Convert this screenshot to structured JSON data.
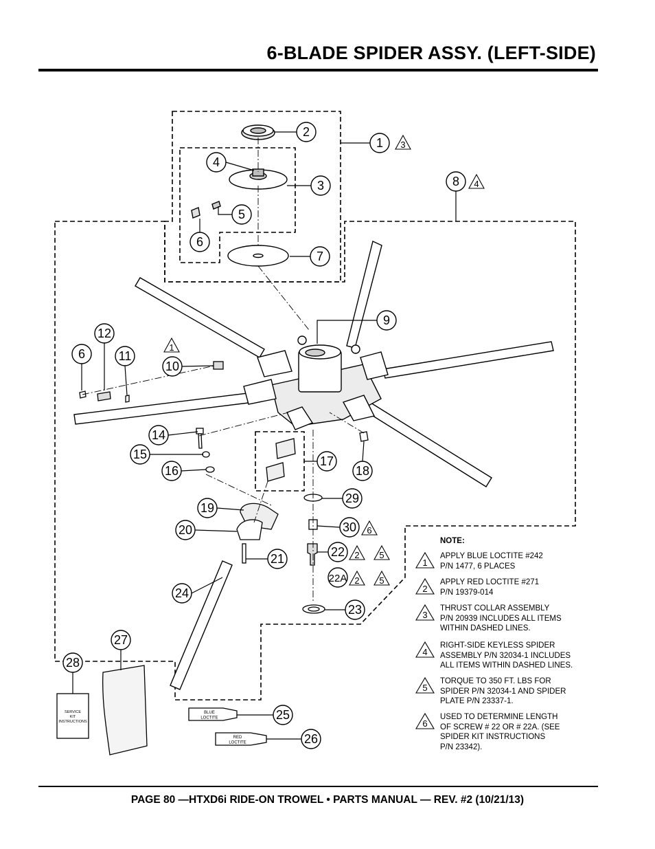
{
  "page_title": "6-BLADE SPIDER ASSY. (LEFT-SIDE)",
  "footer": "PAGE 80 —HTXD6i RIDE-ON TROWEL • PARTS MANUAL — REV. #2 (10/21/13)",
  "callouts": {
    "c1": "1",
    "c2": "2",
    "c3": "3",
    "c4": "4",
    "c5": "5",
    "c6a": "6",
    "c6b": "6",
    "c7": "7",
    "c8": "8",
    "c9": "9",
    "c10": "10",
    "c11": "11",
    "c12": "12",
    "c14": "14",
    "c15": "15",
    "c16": "16",
    "c17": "17",
    "c18": "18",
    "c19": "19",
    "c20": "20",
    "c21": "21",
    "c22": "22",
    "c22a": "22A",
    "c23": "23",
    "c24": "24",
    "c25": "25",
    "c26": "26",
    "c27": "27",
    "c28": "28",
    "c29": "29",
    "c30": "30"
  },
  "note_refs": {
    "t1_3": "3",
    "t8_4": "4",
    "t10_1": "1",
    "t30_6": "6",
    "t22_2": "2",
    "t22_5": "5",
    "t22a_2": "2",
    "t22a_5": "5"
  },
  "tube_labels": {
    "blue": [
      "BLUE",
      "LOCTITE"
    ],
    "red": [
      "RED",
      "LOCTITE"
    ]
  },
  "kit_card": [
    "SERVICE",
    "KIT",
    "INSTRUCTIONS"
  ],
  "notes": {
    "heading": "NOTE:",
    "items": [
      {
        "num": "1",
        "text": "APPLY BLUE LOCTITE #242\nP/N 1477, 6 PLACES"
      },
      {
        "num": "2",
        "text": "APPLY RED LOCTITE #271\nP/N 19379-014"
      },
      {
        "num": "3",
        "text": "THRUST COLLAR ASSEMBLY\nP/N 20939 INCLUDES ALL ITEMS\nWITHIN DASHED LINES."
      },
      {
        "num": "4",
        "text": "RIGHT-SIDE KEYLESS SPIDER\nASSEMBLY P/N 32034-1 INCLUDES\nALL ITEMS WITHIN DASHED LINES."
      },
      {
        "num": "5",
        "text": "TORQUE TO 350 FT. LBS FOR\nSPIDER P/N 32034-1 AND SPIDER\nPLATE P/N 23337-1."
      },
      {
        "num": "6",
        "text": "USED TO DETERMINE LENGTH\nOF SCREW # 22 OR # 22A. (SEE\nSPIDER KIT INSTRUCTIONS\nP/N 23342)."
      }
    ]
  }
}
